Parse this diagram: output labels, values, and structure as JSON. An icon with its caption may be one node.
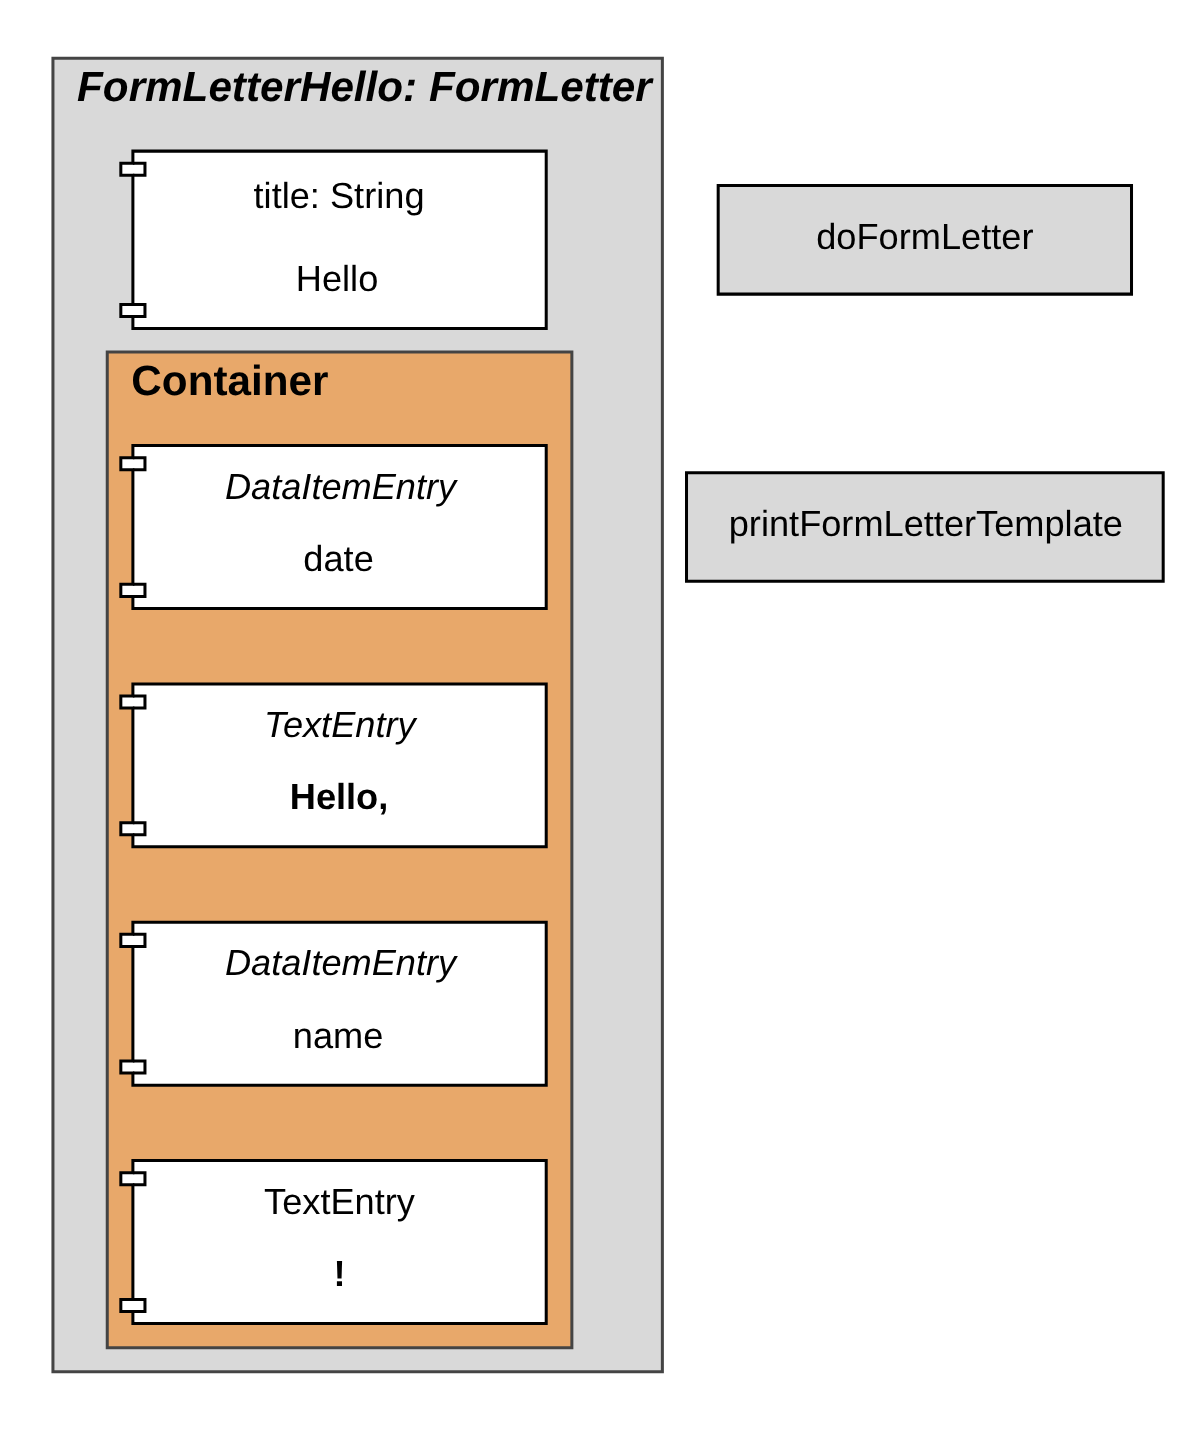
{
  "diagram": {
    "nodes": [
      {
        "text": [
          "FormLetterHello: FormLetter"
        ]
      },
      {
        "text": [
          "title: String",
          "Hello"
        ],
        "in": 0
      },
      {
        "text": [
          "Container"
        ],
        "in": 0
      },
      {
        "text": [
          "DataItemEntry",
          "date"
        ],
        "in": 2
      },
      {
        "text": [
          "TextEntry",
          "Hello,"
        ],
        "in": 2
      },
      {
        "text": [
          "DataItemEntry",
          "name"
        ],
        "in": 2
      },
      {
        "text": [
          "TextEntry",
          "!"
        ],
        "in": 2
      },
      {
        "text": [
          "doFormLetter"
        ]
      },
      {
        "text": [
          "printFormLetterTemplate"
        ]
      }
    ]
  }
}
